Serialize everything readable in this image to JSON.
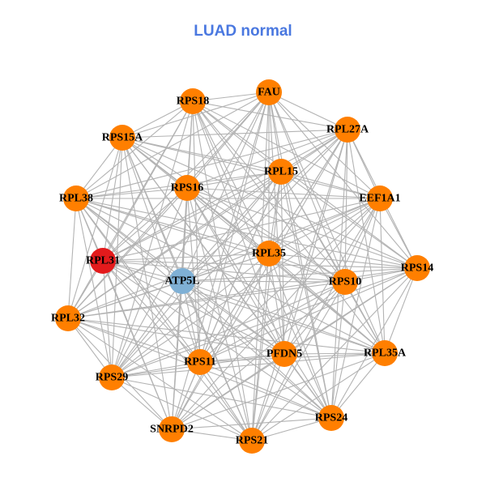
{
  "title": "LUAD normal",
  "colors": {
    "title": "#4A78E0",
    "edge": "#B3B3B3",
    "node_default": "#FF7F00",
    "node_highlight_red": "#E31A1C",
    "node_highlight_blue": "#7FB0D5"
  },
  "network": {
    "nodes": [
      {
        "id": "FAU",
        "color": "#FF7F00"
      },
      {
        "id": "RPS18",
        "color": "#FF7F00"
      },
      {
        "id": "RPL27A",
        "color": "#FF7F00"
      },
      {
        "id": "RPS15A",
        "color": "#FF7F00"
      },
      {
        "id": "RPL15",
        "color": "#FF7F00"
      },
      {
        "id": "RPS16",
        "color": "#FF7F00"
      },
      {
        "id": "RPL38",
        "color": "#FF7F00"
      },
      {
        "id": "EEF1A1",
        "color": "#FF7F00"
      },
      {
        "id": "RPL35",
        "color": "#FF7F00"
      },
      {
        "id": "RPL31",
        "color": "#E31A1C"
      },
      {
        "id": "RPS14",
        "color": "#FF7F00"
      },
      {
        "id": "ATP5L",
        "color": "#7FB0D5"
      },
      {
        "id": "RPS10",
        "color": "#FF7F00"
      },
      {
        "id": "RPL32",
        "color": "#FF7F00"
      },
      {
        "id": "PFDN5",
        "color": "#FF7F00"
      },
      {
        "id": "RPL35A",
        "color": "#FF7F00"
      },
      {
        "id": "RPS11",
        "color": "#FF7F00"
      },
      {
        "id": "RPS29",
        "color": "#FF7F00"
      },
      {
        "id": "RPS24",
        "color": "#FF7F00"
      },
      {
        "id": "SNRPD2",
        "color": "#FF7F00"
      },
      {
        "id": "RPS21",
        "color": "#FF7F00"
      }
    ],
    "edges_note": "fully connected network (all node pairs linked)"
  }
}
